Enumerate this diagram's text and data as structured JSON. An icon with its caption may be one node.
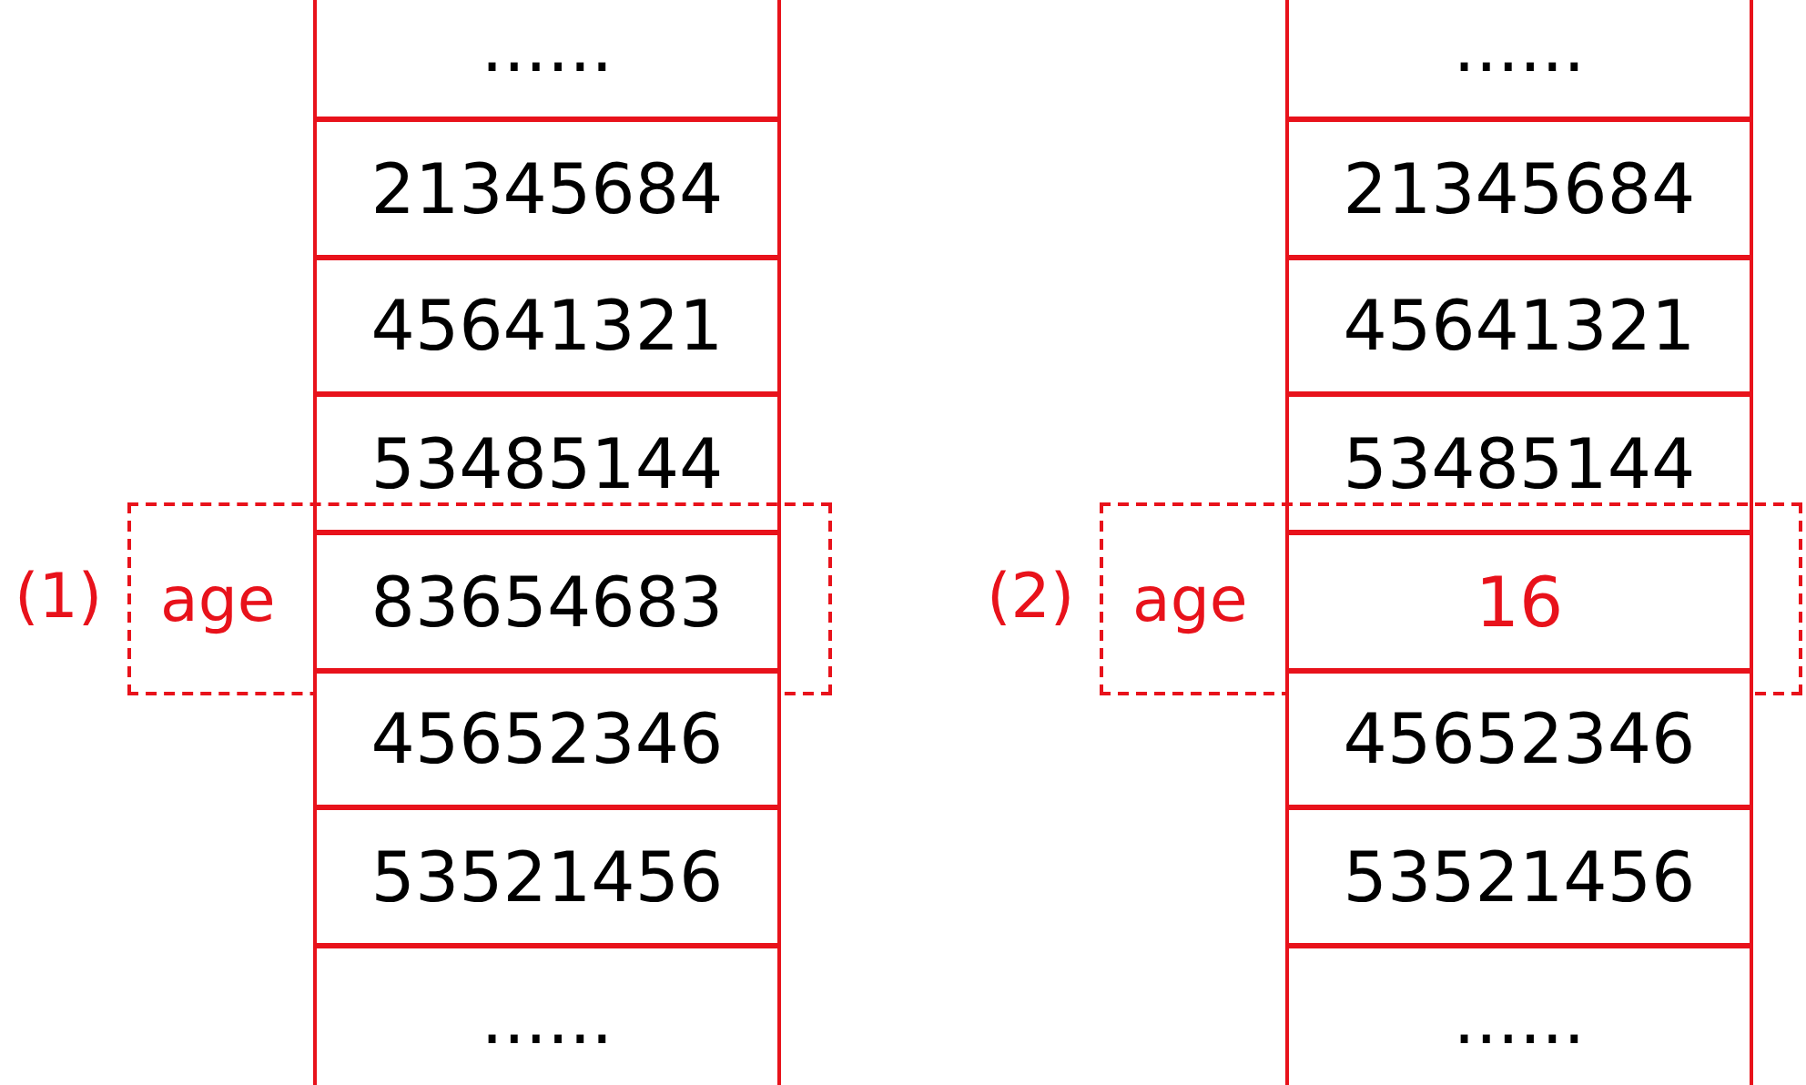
{
  "diagram": {
    "nodes": [
      {
        "text": [
          "......"
        ]
      },
      {
        "text": [
          "21345684"
        ]
      },
      {
        "text": [
          "45641321"
        ]
      },
      {
        "text": [
          "53485144"
        ]
      },
      {
        "text": [
          "age"
        ],
        "beside": [
          "(1)"
        ]
      },
      {
        "text": [
          "83654683"
        ],
        "in": 4
      },
      {
        "text": [
          "45652346"
        ]
      },
      {
        "text": [
          "53521456"
        ]
      },
      {
        "text": [
          "......"
        ]
      },
      {
        "text": [
          "......"
        ]
      },
      {
        "text": [
          "21345684"
        ]
      },
      {
        "text": [
          "45641321"
        ]
      },
      {
        "text": [
          "53485144"
        ]
      },
      {
        "text": [
          "age"
        ],
        "beside": [
          "(2)"
        ]
      },
      {
        "text": [
          "16"
        ],
        "in": 13
      },
      {
        "text": [
          "45652346"
        ]
      },
      {
        "text": [
          "53521456"
        ]
      },
      {
        "text": [
          "......"
        ]
      }
    ]
  }
}
